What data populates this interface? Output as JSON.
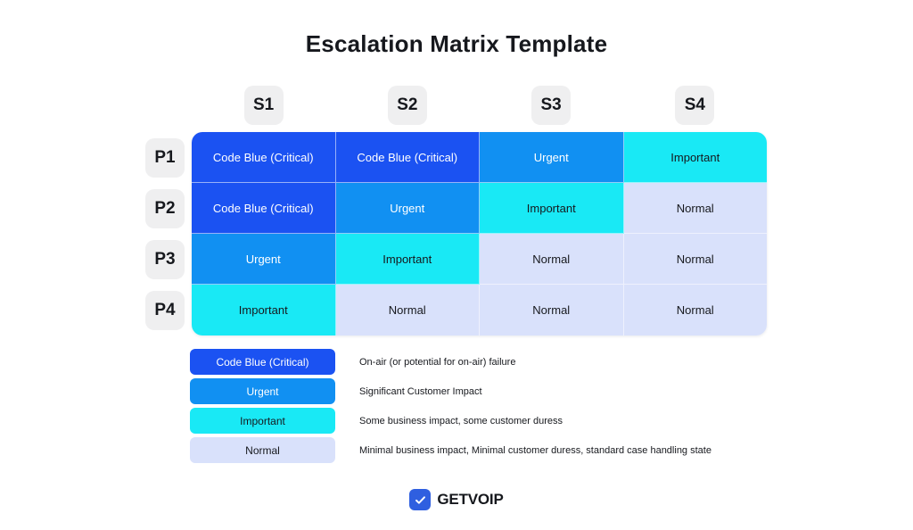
{
  "page": {
    "title": "Escalation Matrix Template",
    "background": "#ffffff"
  },
  "matrix": {
    "column_headers": [
      "S1",
      "S2",
      "S3",
      "S4"
    ],
    "row_headers": [
      "P1",
      "P2",
      "P3",
      "P4"
    ],
    "rows": [
      {
        "header": "P1",
        "cells": [
          {
            "label": "Code Blue (Critical)",
            "severity": "codeblue"
          },
          {
            "label": "Code Blue (Critical)",
            "severity": "codeblue"
          },
          {
            "label": "Urgent",
            "severity": "urgent"
          },
          {
            "label": "Important",
            "severity": "important"
          }
        ]
      },
      {
        "header": "P2",
        "cells": [
          {
            "label": "Code Blue (Critical)",
            "severity": "codeblue"
          },
          {
            "label": "Urgent",
            "severity": "urgent"
          },
          {
            "label": "Important",
            "severity": "important"
          },
          {
            "label": "Normal",
            "severity": "normal"
          }
        ]
      },
      {
        "header": "P3",
        "cells": [
          {
            "label": "Urgent",
            "severity": "urgent"
          },
          {
            "label": "Important",
            "severity": "important"
          },
          {
            "label": "Normal",
            "severity": "normal"
          },
          {
            "label": "Normal",
            "severity": "normal"
          }
        ]
      },
      {
        "header": "P4",
        "cells": [
          {
            "label": "Important",
            "severity": "important"
          },
          {
            "label": "Normal",
            "severity": "normal"
          },
          {
            "label": "Normal",
            "severity": "normal"
          },
          {
            "label": "Normal",
            "severity": "normal"
          }
        ]
      }
    ]
  },
  "legend": [
    {
      "label": "Code Blue (Critical)",
      "severity": "codeblue",
      "description": "On-air (or potential for on-air) failure"
    },
    {
      "label": "Urgent",
      "severity": "urgent",
      "description": "Significant Customer Impact"
    },
    {
      "label": "Important",
      "severity": "important",
      "description": "Some business impact, some customer duress"
    },
    {
      "label": "Normal",
      "severity": "normal",
      "description": "Minimal business impact, Minimal customer duress, standard case handling state"
    }
  ],
  "colors": {
    "code_blue": "#1b52f2",
    "urgent": "#1190f2",
    "important": "#19e9f5",
    "normal": "#d9e1fb",
    "header_chip": "#efeff0",
    "text_dark": "#16181d",
    "logo_blue": "#2f5fe0"
  },
  "footer": {
    "logo_text": "GETVOIP",
    "logo_icon": "check-badge-icon"
  }
}
